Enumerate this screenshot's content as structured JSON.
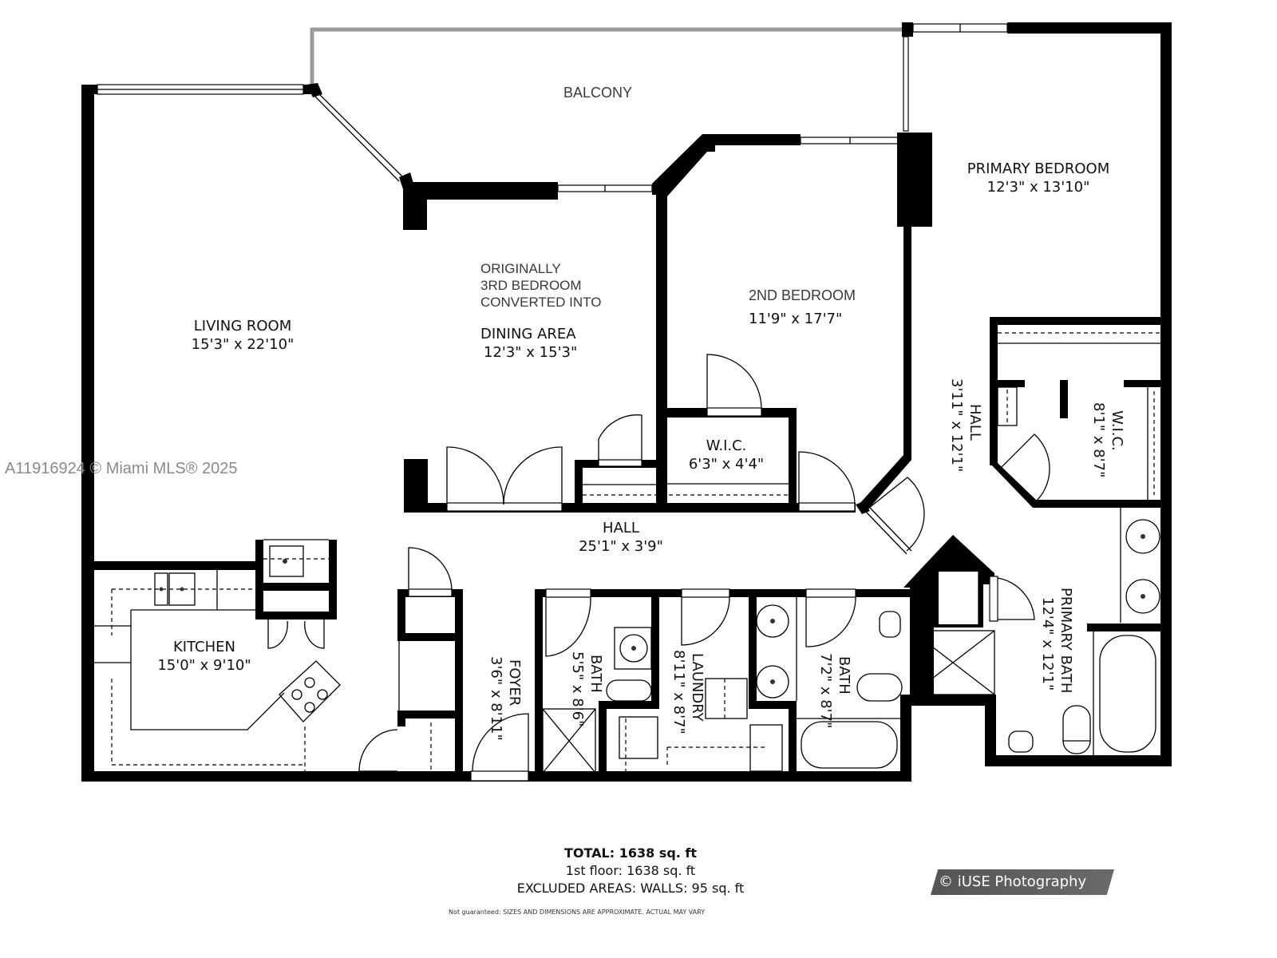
{
  "watermark": "A11916924 © Miami MLS® 2025",
  "rooms": {
    "balcony": {
      "name": "BALCONY"
    },
    "living_room": {
      "name": "LIVING ROOM",
      "dim": "15'3\" x 22'10\""
    },
    "dining_area": {
      "note_lines": [
        "ORIGINALLY",
        "3RD BEDROOM",
        "CONVERTED INTO"
      ],
      "name": "DINING AREA",
      "dim": "12'3\" x 15'3\""
    },
    "second_bedroom": {
      "name": "2ND BEDROOM",
      "dim": "11'9\" x 17'7\""
    },
    "primary_bedroom": {
      "name": "PRIMARY BEDROOM",
      "dim": "12'3\" x 13'10\""
    },
    "wic_small": {
      "name": "W.I.C.",
      "dim": "6'3\" x 4'4\""
    },
    "wic_primary": {
      "name": "W.I.C.",
      "dim": "8'1\" x 8'7\""
    },
    "hall_main": {
      "name": "HALL",
      "dim": "25'1\" x 3'9\""
    },
    "hall_side": {
      "name": "HALL",
      "dim": "3'11\" x 12'1\""
    },
    "kitchen": {
      "name": "KITCHEN",
      "dim": "15'0\" x 9'10\""
    },
    "foyer": {
      "name": "FOYER",
      "dim": "3'6\" x 8'11\""
    },
    "bath_1": {
      "name": "BATH",
      "dim": "5'5\" x 8'6\""
    },
    "laundry": {
      "name": "LAUNDRY",
      "dim": "8'11\" x 8'7\""
    },
    "bath_2": {
      "name": "BATH",
      "dim": "7'2\" x 8'7\""
    },
    "primary_bath": {
      "name": "PRIMARY BATH",
      "dim": "12'4\" x 12'1\""
    }
  },
  "summary": {
    "total": "TOTAL: 1638 sq. ft",
    "first_floor": "1st floor: 1638 sq. ft",
    "excluded": "EXCLUDED AREAS: WALLS: 95 sq. ft",
    "disclaimer": "Not guaranteed: SIZES AND DIMENSIONS ARE APPROXIMATE. ACTUAL MAY VARY"
  },
  "brand": {
    "label": "© iUSE Photography",
    "color": "#5e5e5e"
  }
}
